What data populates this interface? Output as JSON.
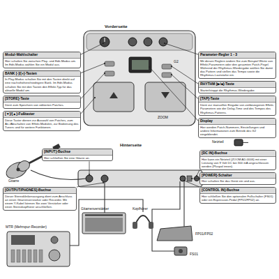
{
  "diagram": {
    "nodes": [
      {
        "text": [
          "Modul-Wahlschalter",
          "Hier schalten Sie zwischen Play- und Edit-Modus um. Im Edit-Modus wählen Sie ein Modul aus."
        ]
      },
      {
        "text": [
          "BANK [-]/[+]-Tasten",
          "In Play-Modus schalten Sie mit den Tasten direkt auf eine nächsthöhere/niedrigere Bank. Im Edit-Modus schalten Sie mit den Tasten den Effekt-Typ für das aktuelle Modul um."
        ]
      },
      {
        "text": [
          "[STORE]-Taste",
          "Dient zum Speichern von editierten Patches."
        ]
      },
      {
        "text": [
          "[▼]/[▲]-Fußtaster",
          "Diese Taster dienen zur Auswahl von Patches, zum An-/Abschalten von Effekt-Modulen, zur Bedienung des Tuners und für weitere Funktionen."
        ]
      },
      {
        "text": [
          "Parameter-Regler 1 - 3",
          "Mit diesen Reglern ändern Sie zum Beispiel Werte von Effekt-Parametern oder den gesamten Patch-Pegel. Während der Rhythmus-Wiedergabe wählen Sie damit das Pattern und stellen das Tempo sowie die Rhythmus-Lautstärke ein."
        ]
      },
      {
        "text": [
          "RHYTHM [▶/■]-Taste",
          "Startet/stoppt die Rhythmus-Wiedergabe."
        ]
      },
      {
        "text": [
          "[TAP]-Taste",
          "Dient zur manuellen Eingabe von zeitbezogenen Effekt-Parametern wie der Delay-Time und des Tempos des Rhythmus-Patterns."
        ]
      },
      {
        "text": [
          "Display",
          "Hier werden Patch-Nummern, Einstellungen und andere Informationen zum Betrieb des G2 eingeblendet."
        ]
      },
      {
        "text": [
          "[INPUT]-Buchse",
          "Hier schließen Sie eine Gitarre an."
        ]
      },
      {
        "text": [
          "[DC IN]-Buchse",
          "Hier kann ein Netzteil (ZOOM AD-0006) mit einer Leistung von 9 Volt DC bei 300 mA angeschlossen werden (Pluspol innen)."
        ]
      },
      {
        "text": [
          "[POWER]-Schalter",
          "Hier schalten Sie das Gerät ein und aus."
        ]
      },
      {
        "text": [
          "[OUTPUT/PHONES]-Buchse",
          "Dieser Stereoklinkenausgang dient zum Anschluss an einen Gitarrenverstärker oder Recorder. Mit einem Y-Kabel können Sie zwei Verstärker oder einen Stereokopfhörer anschließen."
        ]
      },
      {
        "text": [
          "[CONTROL IN]-Buchse",
          "Hier schließen Sie den optionalen Fußschalter (FS01) oder ein Expression-Pedal (FP01/FP02) an."
        ]
      }
    ],
    "labels": [
      "Vorderseite",
      "ZOOM",
      "G2",
      "Netzteil",
      "Hinterseite",
      "Gitarre",
      "Gitarrenverstärker",
      "Kopfhörer",
      "MTR (Mehrspur-Recorder)",
      "FP01/FP02",
      "FS01"
    ]
  }
}
